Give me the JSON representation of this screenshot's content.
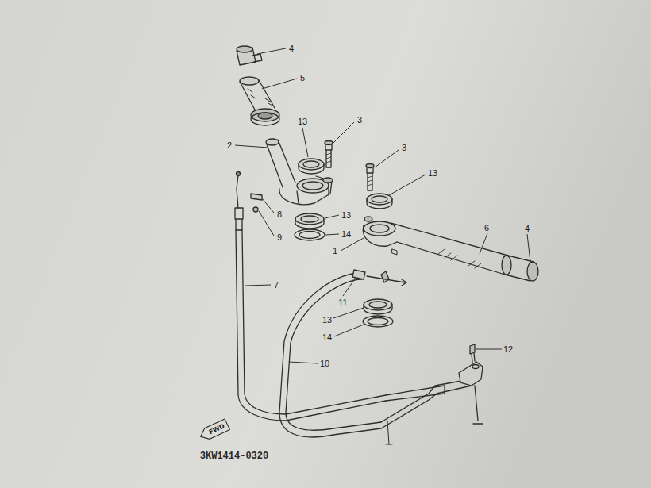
{
  "diagram": {
    "nodes": [
      {
        "text": [
          "FWD"
        ]
      }
    ],
    "edges": [],
    "labels": [
      "4",
      "5",
      "2",
      "13",
      "3",
      "3",
      "13",
      "8",
      "13",
      "9",
      "14",
      "6",
      "4",
      "1",
      "7",
      "11",
      "13",
      "14",
      "10",
      "12",
      "3KW1414-0320"
    ]
  }
}
